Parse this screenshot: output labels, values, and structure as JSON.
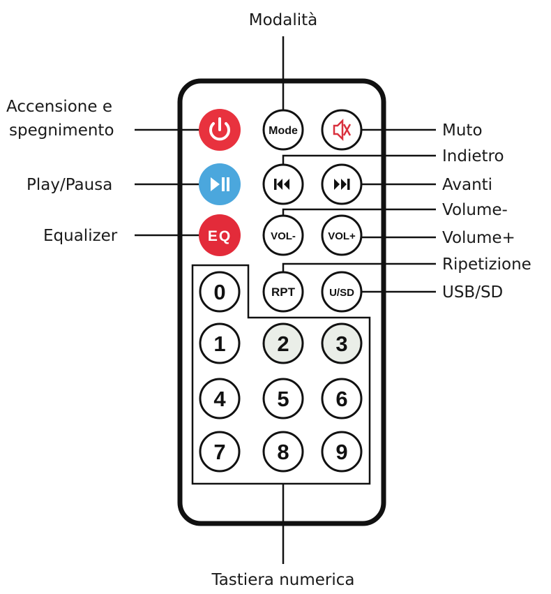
{
  "colors": {
    "power": "#e8323e",
    "play": "#4ba7dd",
    "eq": "#e32b3a",
    "key_shaded": "#eaeee8",
    "mute_glyph": "#d9303d"
  },
  "buttons": {
    "mode": "Mode",
    "eq": "EQ",
    "vol_minus": "VOL-",
    "vol_plus": "VOL+",
    "rpt": "RPT",
    "usd": "U/SD",
    "digits": [
      "0",
      "1",
      "2",
      "3",
      "4",
      "5",
      "6",
      "7",
      "8",
      "9"
    ]
  },
  "icons": {
    "power": "power-icon",
    "mute": "mute-speaker-icon",
    "play_pause": "play-pause-icon",
    "previous": "skip-previous-icon",
    "next": "skip-next-icon"
  },
  "labels": {
    "modalita": "Modalità",
    "power_line1": "Accensione e",
    "power_line2": "spegnimento",
    "play_pausa": "Play/Pausa",
    "equalizer": "Equalizer",
    "muto": "Muto",
    "indietro": "Indietro",
    "avanti": "Avanti",
    "volume_minus": "Volume-",
    "volume_plus": "Volume+",
    "ripetizione": "Ripetizione",
    "usb_sd": "USB/SD",
    "tastiera": "Tastiera numerica"
  }
}
